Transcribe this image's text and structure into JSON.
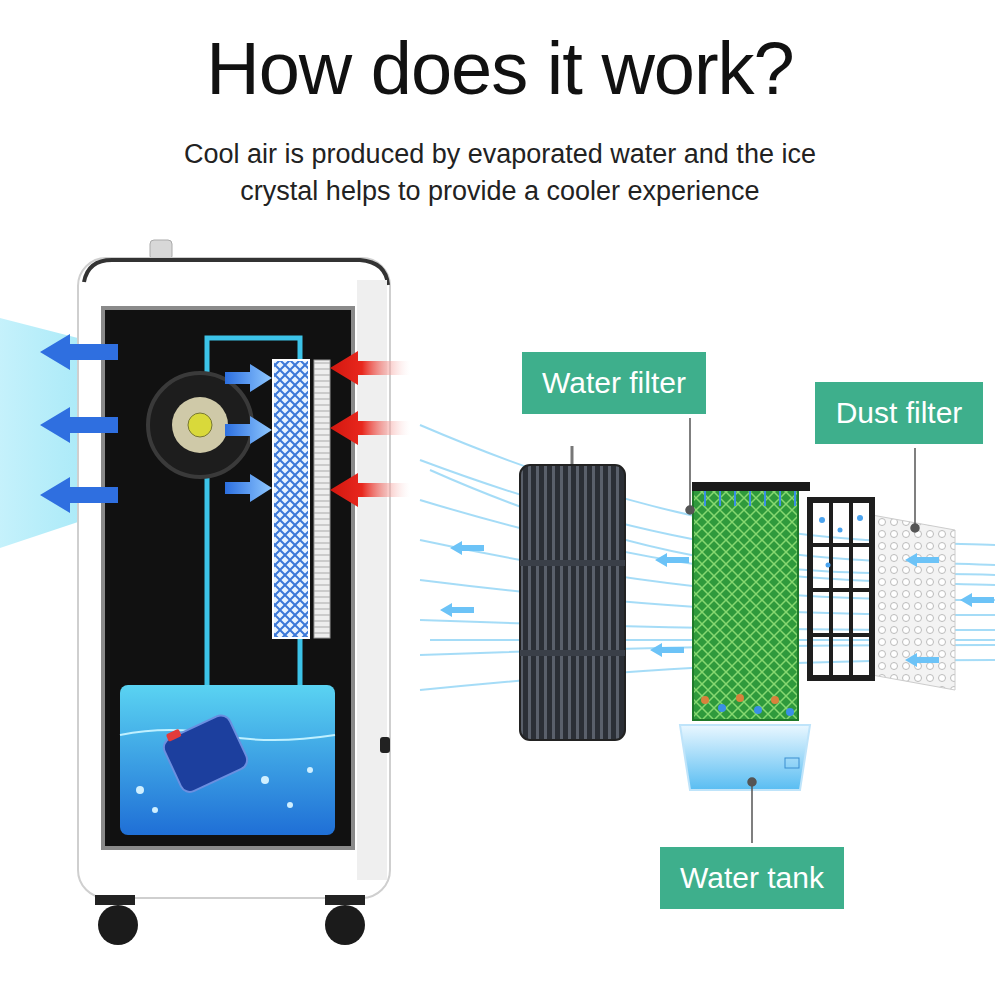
{
  "diagram": {
    "title": "How does it work?",
    "caption": "Cool air is produced by evaporated water and the ice crystal helps to provide a cooler experience",
    "nodes": [
      {
        "text": [
          "Water filter"
        ]
      },
      {
        "text": [
          "Dust filter"
        ]
      },
      {
        "text": [
          "Water tank"
        ]
      }
    ]
  }
}
